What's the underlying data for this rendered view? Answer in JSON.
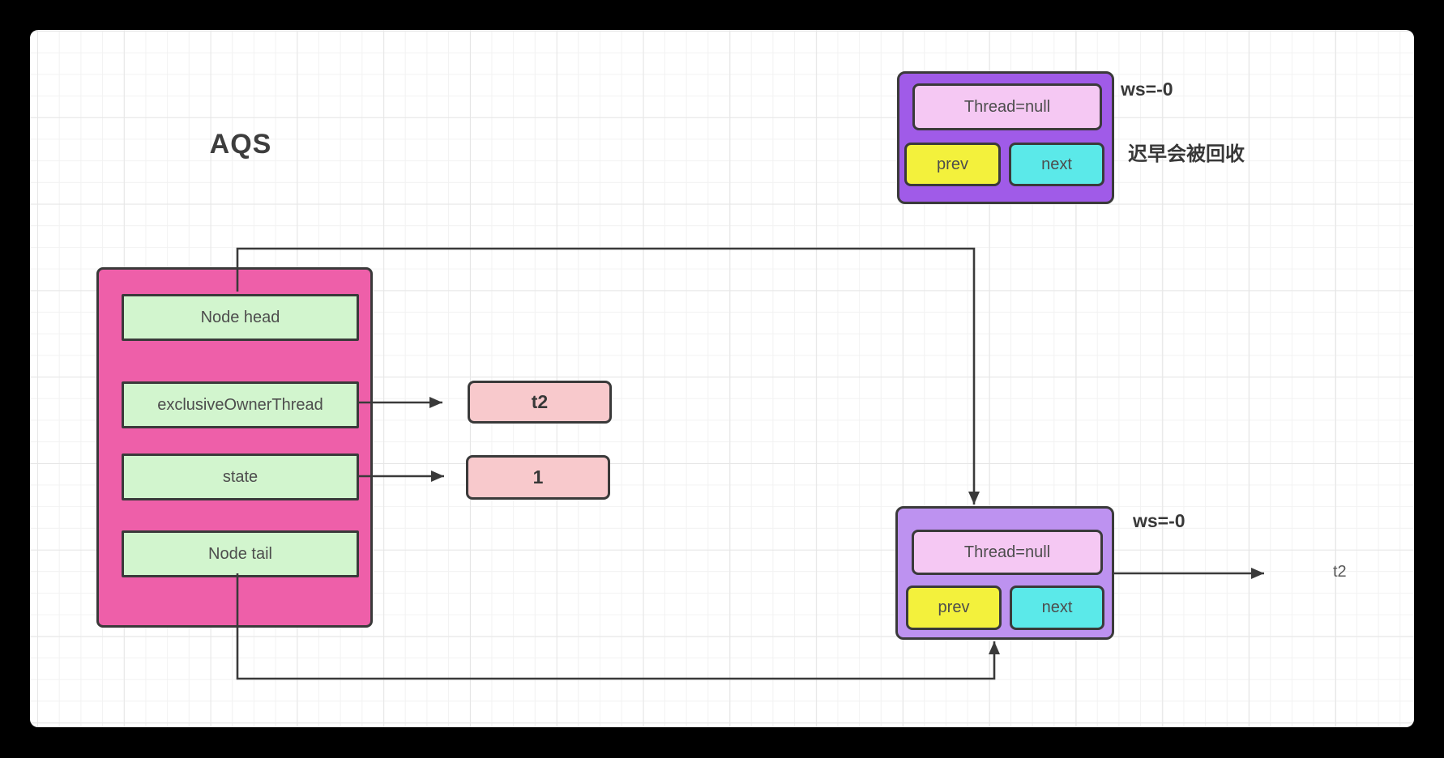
{
  "diagram": {
    "title": "AQS",
    "aqs": {
      "fields": [
        {
          "label": "Node head"
        },
        {
          "label": "exclusiveOwnerThread"
        },
        {
          "label": "state"
        },
        {
          "label": "Node tail"
        }
      ]
    },
    "values": {
      "owner_thread": "t2",
      "state": "1"
    },
    "recycled_node": {
      "thread": "Thread=null",
      "prev": "prev",
      "next": "next",
      "ws": "ws=-0",
      "note": "迟早会被回收"
    },
    "tail_node": {
      "thread": "Thread=null",
      "prev": "prev",
      "next": "next",
      "ws": "ws=-0",
      "points_to": "t2"
    }
  },
  "colors": {
    "container_pink": "#ee5fa9",
    "field_green": "#d2f5ce",
    "value_pink": "#f8c9cc",
    "node_purple_dark": "#a05be8",
    "node_purple_light": "#bd92f0",
    "thread_pink": "#f5c8f3",
    "prev_yellow": "#f3f13c",
    "next_cyan": "#5be9e9",
    "stroke_dark": "#3a3a3a",
    "frame_black": "#000000",
    "canvas_white": "#ffffff"
  }
}
